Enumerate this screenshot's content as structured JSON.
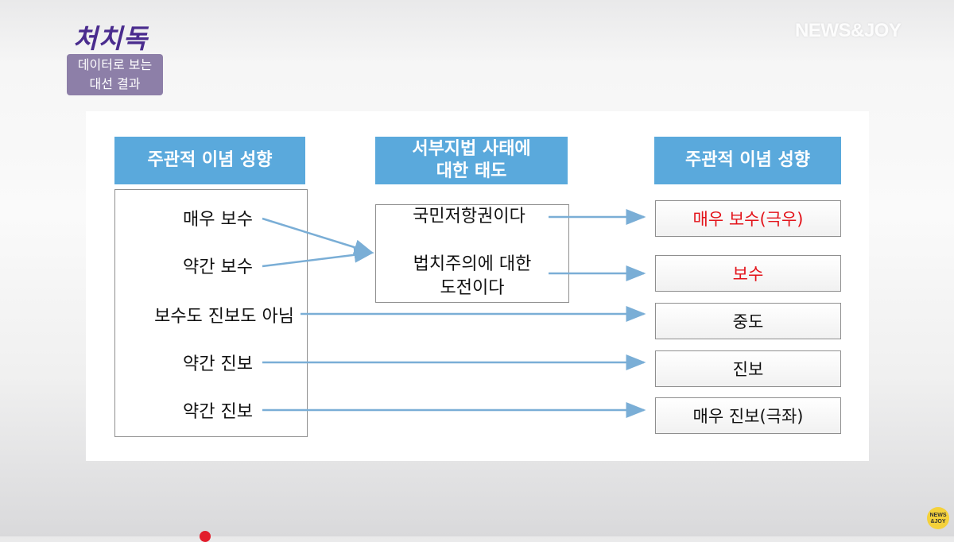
{
  "brand": {
    "logo_text": "처치독",
    "subtitle_line1": "데이터로 보는",
    "subtitle_line2": "대선 결과",
    "watermark": "NEWS&JOY",
    "badge_line1": "NEWS",
    "badge_line2": "&JOY",
    "accent_color": "#4a2c8e"
  },
  "diagram": {
    "header_color": "#5aa9dc",
    "left_header": "주관적 이념 성향",
    "middle_header_line1": "서부지법 사태에",
    "middle_header_line2": "대한 태도",
    "right_header": "주관적 이념 성향",
    "left_items": [
      "매우 보수",
      "약간 보수",
      "보수도 진보도 아님",
      "약간 진보",
      "약간 진보"
    ],
    "middle_items": {
      "first": "국민저항권이다",
      "second_line1": "법치주의에 대한",
      "second_line2": "도전이다"
    },
    "right_items": [
      "매우 보수(극우)",
      "보수",
      "중도",
      "진보",
      "매우 진보(극좌)"
    ],
    "highlight_color": "#e3141b",
    "arrow_color": "#7aaed6"
  }
}
